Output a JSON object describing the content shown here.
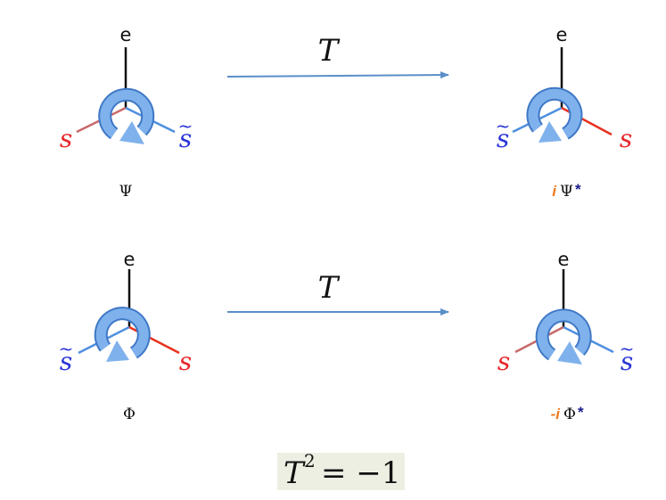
{
  "colors": {
    "red_bond": "#e8311f",
    "faded_bond": "#c8696a",
    "blue_bond": "#4e8fe0",
    "arrow_fill": "#7fb2ec",
    "arrow_stroke": "#3f78c6",
    "transform_arrow": "#5a8fc8",
    "label_red": "#e8262a",
    "label_blue": "#2a35d6",
    "factor_orange": "#ee7a1e",
    "star_navy": "#1a1a8a",
    "equation_bg": "#eeefe3"
  },
  "labels": {
    "e": "e",
    "s": "s",
    "s_tilde": "s",
    "tilde_mark": "~",
    "T": "T"
  },
  "states": {
    "top_left": {
      "greek": "Ψ",
      "factor": "",
      "star": ""
    },
    "top_right": {
      "greek": "Ψ",
      "factor": "i",
      "star": "*"
    },
    "bottom_left": {
      "greek": "Φ",
      "factor": "",
      "star": ""
    },
    "bottom_right": {
      "greek": "Φ",
      "factor": "-i",
      "star": "*"
    }
  },
  "equation": {
    "T": "T",
    "power": "2",
    "rhs": "= −1"
  },
  "icons": [
    "rotation-arrow-icon",
    "transformation-arrow-icon"
  ]
}
